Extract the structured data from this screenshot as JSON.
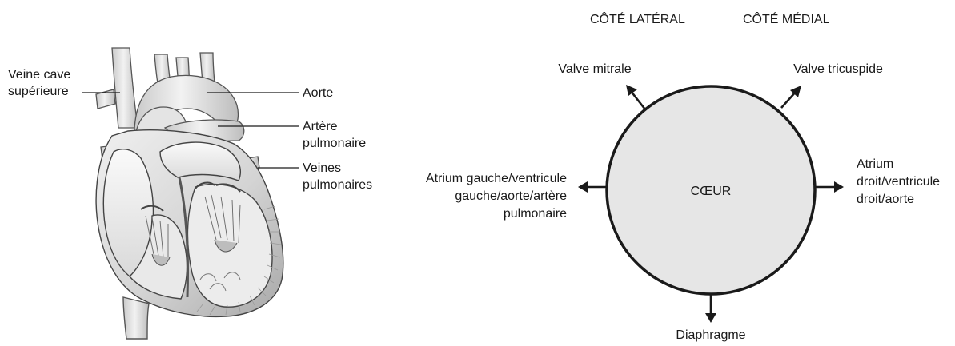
{
  "heart_illustration": {
    "labels": {
      "svc_line1": "Veine cave",
      "svc_line2": "supérieure",
      "aorta": "Aorte",
      "pa_line1": "Artère",
      "pa_line2": "pulmonaire",
      "pv_line1": "Veines",
      "pv_line2": "pulmonaires"
    }
  },
  "orientation_diagram": {
    "side_lateral": "CÔTÉ LATÉRAL",
    "side_medial": "CÔTÉ MÉDIAL",
    "center": "CŒUR",
    "mitral": "Valve mitrale",
    "tricuspid": "Valve tricuspide",
    "left_line1": "Atrium gauche/ventricule",
    "left_line2": "gauche/aorte/artère",
    "left_line3": "pulmonaire",
    "right_line1": "Atrium",
    "right_line2": "droit/ventricule",
    "right_line3": "droit/aorte",
    "bottom": "Diaphragme"
  },
  "colors": {
    "circle_fill": "#e6e6e6",
    "outline": "#1a1a1a",
    "heart_shade_light": "#ececec",
    "heart_shade_mid": "#cfcfcf",
    "heart_shade_dark": "#a9a9a9"
  }
}
